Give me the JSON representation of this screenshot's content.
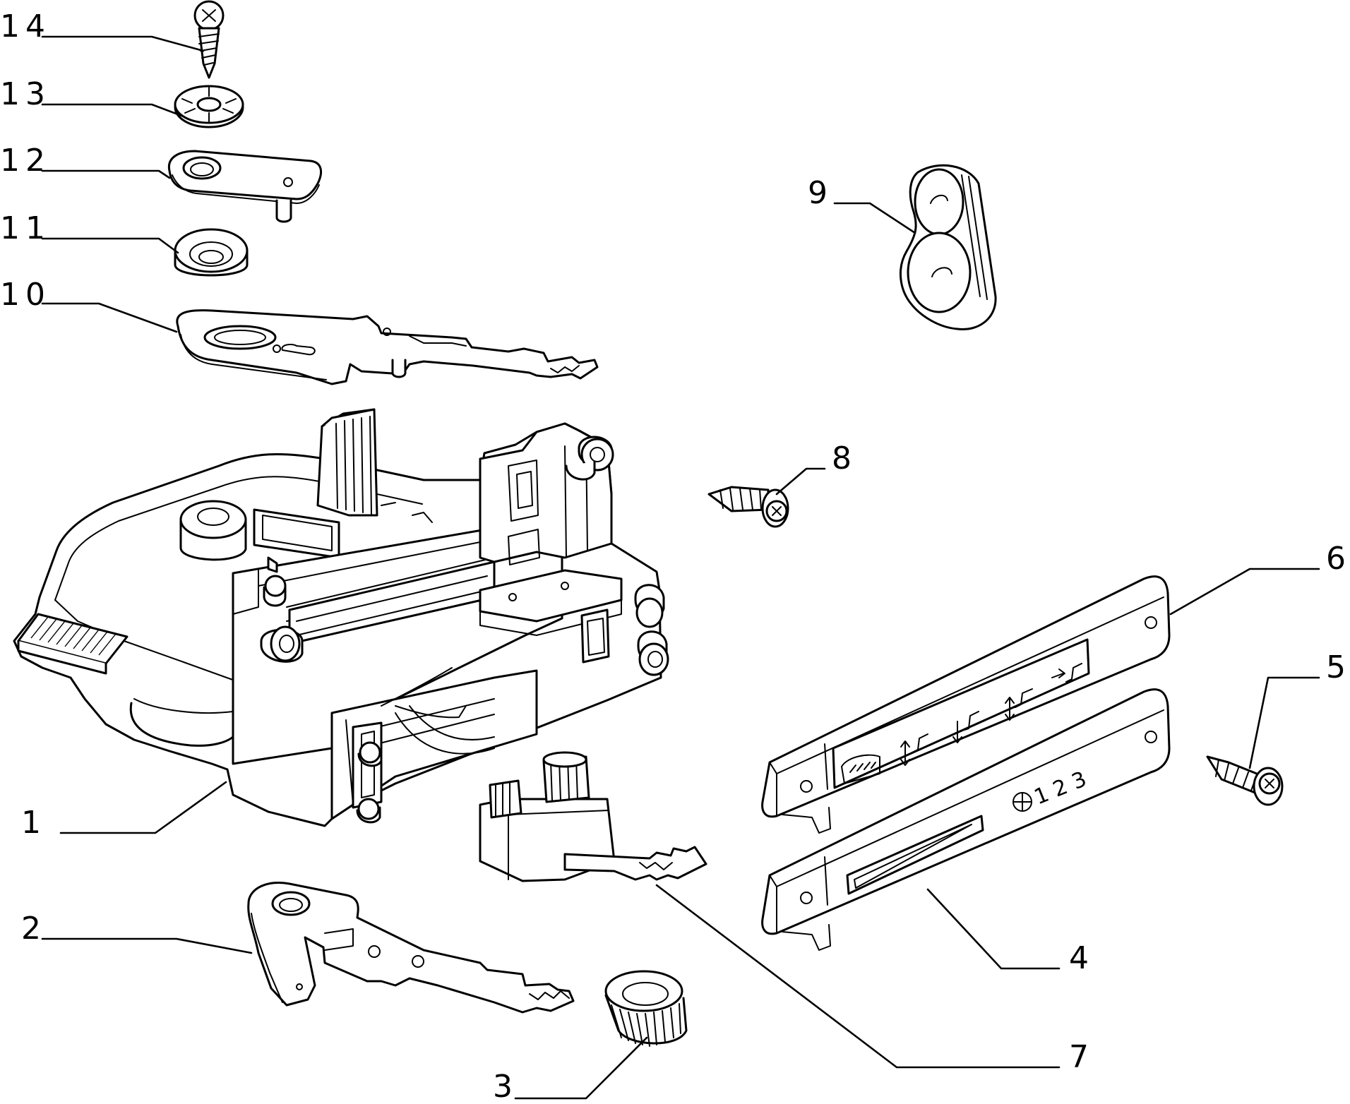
{
  "diagram": {
    "callouts": [
      {
        "id": "c1",
        "label": "1"
      },
      {
        "id": "c2",
        "label": "2"
      },
      {
        "id": "c3",
        "label": "3"
      },
      {
        "id": "c4",
        "label": "4"
      },
      {
        "id": "c5",
        "label": "5"
      },
      {
        "id": "c6",
        "label": "6"
      },
      {
        "id": "c7",
        "label": "7"
      },
      {
        "id": "c8",
        "label": "8"
      },
      {
        "id": "c9",
        "label": "9"
      },
      {
        "id": "c10",
        "label": "10"
      },
      {
        "id": "c11",
        "label": "11"
      },
      {
        "id": "c12",
        "label": "12"
      },
      {
        "id": "c13",
        "label": "13"
      },
      {
        "id": "c14",
        "label": "14"
      }
    ],
    "panel_markings": {
      "fan_scale": "1 2 3"
    }
  }
}
